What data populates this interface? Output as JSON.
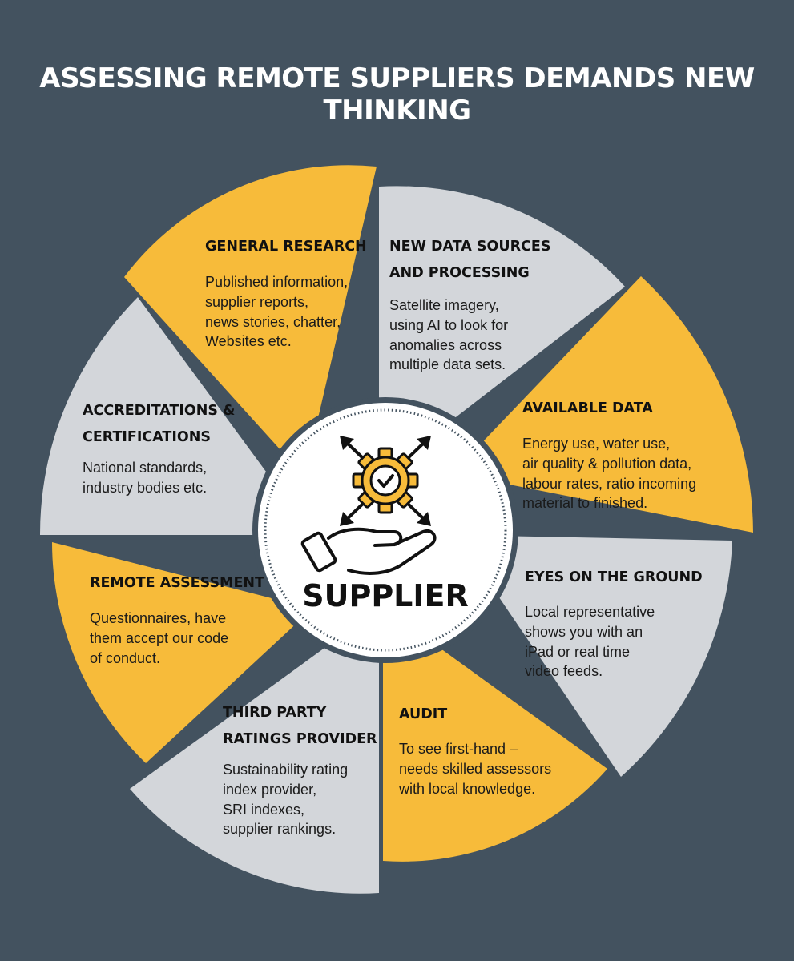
{
  "title": "ASSESSING REMOTE SUPPLIERS DEMANDS NEW THINKING",
  "center": {
    "label": "SUPPLIER",
    "icon": "gear-check-hand-icon"
  },
  "colors": {
    "background": "#43525f",
    "yellow": "#f7bb3a",
    "grey": "#d3d6da",
    "center_fill": "#ffffff"
  },
  "segments": [
    {
      "id": "general-research",
      "heading": "GENERAL RESEARCH",
      "body": [
        "Published information,",
        "supplier reports,",
        "news stories, chatter,",
        "Websites etc."
      ],
      "color": "yellow"
    },
    {
      "id": "new-data-sources",
      "heading": [
        "NEW DATA SOURCES",
        "AND PROCESSING"
      ],
      "body": [
        "Satellite imagery,",
        "using AI to look for",
        "anomalies across",
        "multiple data sets."
      ],
      "color": "grey"
    },
    {
      "id": "available-data",
      "heading": "AVAILABLE DATA",
      "body": [
        "Energy use, water use,",
        "air quality & pollution data,",
        "labour rates, ratio incoming",
        "material to finished."
      ],
      "color": "yellow"
    },
    {
      "id": "eyes-on-ground",
      "heading": "EYES ON THE GROUND",
      "body": [
        "Local representative",
        "shows you with an",
        "iPad or real time",
        "video feeds."
      ],
      "color": "grey"
    },
    {
      "id": "audit",
      "heading": "AUDIT",
      "body": [
        "To see first-hand –",
        "needs skilled assessors",
        "with local knowledge."
      ],
      "color": "yellow"
    },
    {
      "id": "third-party",
      "heading": [
        "THIRD PARTY",
        "RATINGS PROVIDER"
      ],
      "body": [
        "Sustainability rating",
        "index provider,",
        "SRI indexes,",
        "supplier rankings."
      ],
      "color": "grey"
    },
    {
      "id": "remote-assessment",
      "heading": "REMOTE ASSESSMENT",
      "body": [
        "Questionnaires, have",
        "them accept our code",
        "of conduct."
      ],
      "color": "yellow"
    },
    {
      "id": "accreditations",
      "heading": [
        "ACCREDITATIONS &",
        "CERTIFICATIONS"
      ],
      "body": [
        "National standards,",
        "industry bodies etc."
      ],
      "color": "grey"
    }
  ]
}
